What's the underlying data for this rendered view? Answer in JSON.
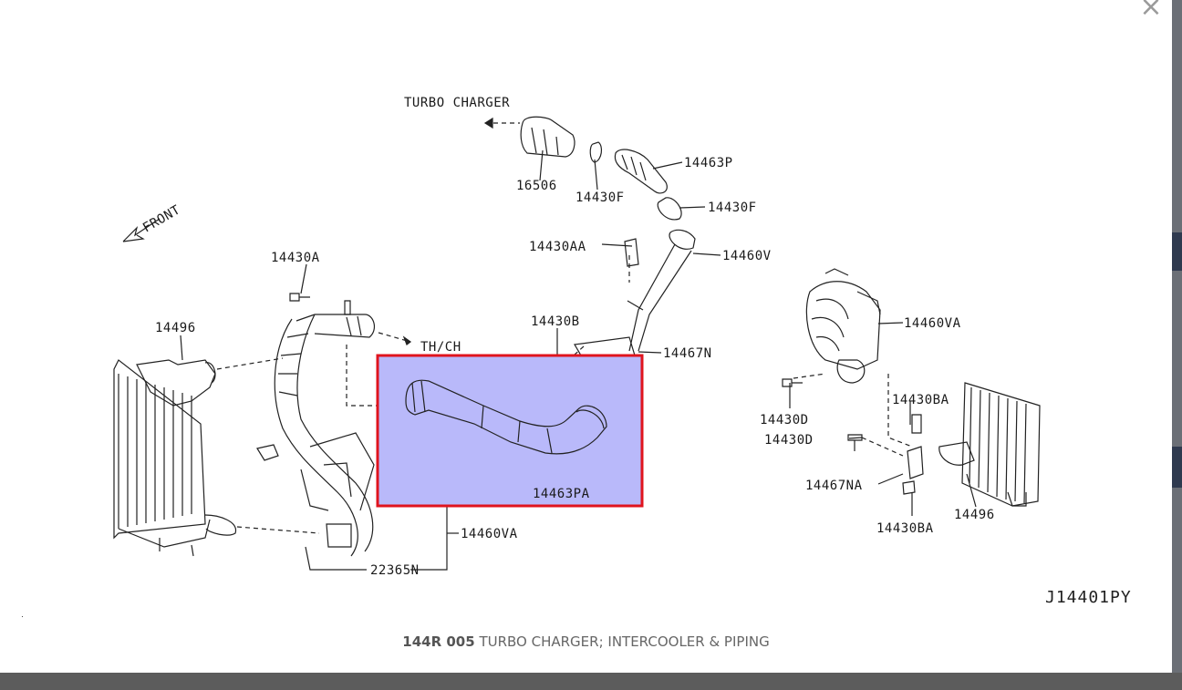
{
  "modal": {
    "close_symbol": "×",
    "caption_code": "144R 005",
    "caption_title": "TURBO CHARGER; INTERCOOLER & PIPING",
    "diagram_id": "J14401PY"
  },
  "diagram": {
    "labels": {
      "turbo_charger": "TURBO CHARGER",
      "front": "FRONT",
      "p16506": "16506",
      "p14430F_a": "14430F",
      "p14463P": "14463P",
      "p14430F_b": "14430F",
      "p14430AA": "14430AA",
      "p14460V": "14460V",
      "p14430A": "14430A",
      "p14496_left": "14496",
      "th_ch": "TH/CH",
      "p14430B": "14430B",
      "p14467N": "14467N",
      "p14463PA": "14463PA",
      "p14460VA_left": "14460VA",
      "p22365N": "22365N",
      "p14460VA_right": "14460VA",
      "p14430BA_top": "14430BA",
      "p14430D_a": "14430D",
      "p14430D_b": "14430D",
      "p14467NA": "14467NA",
      "p14430BA_bottom": "14430BA",
      "p14496_right": "14496"
    },
    "highlighted_part": "14463PA",
    "highlight_color": "#e0141e",
    "highlight_fill": "#b9b9fa"
  }
}
